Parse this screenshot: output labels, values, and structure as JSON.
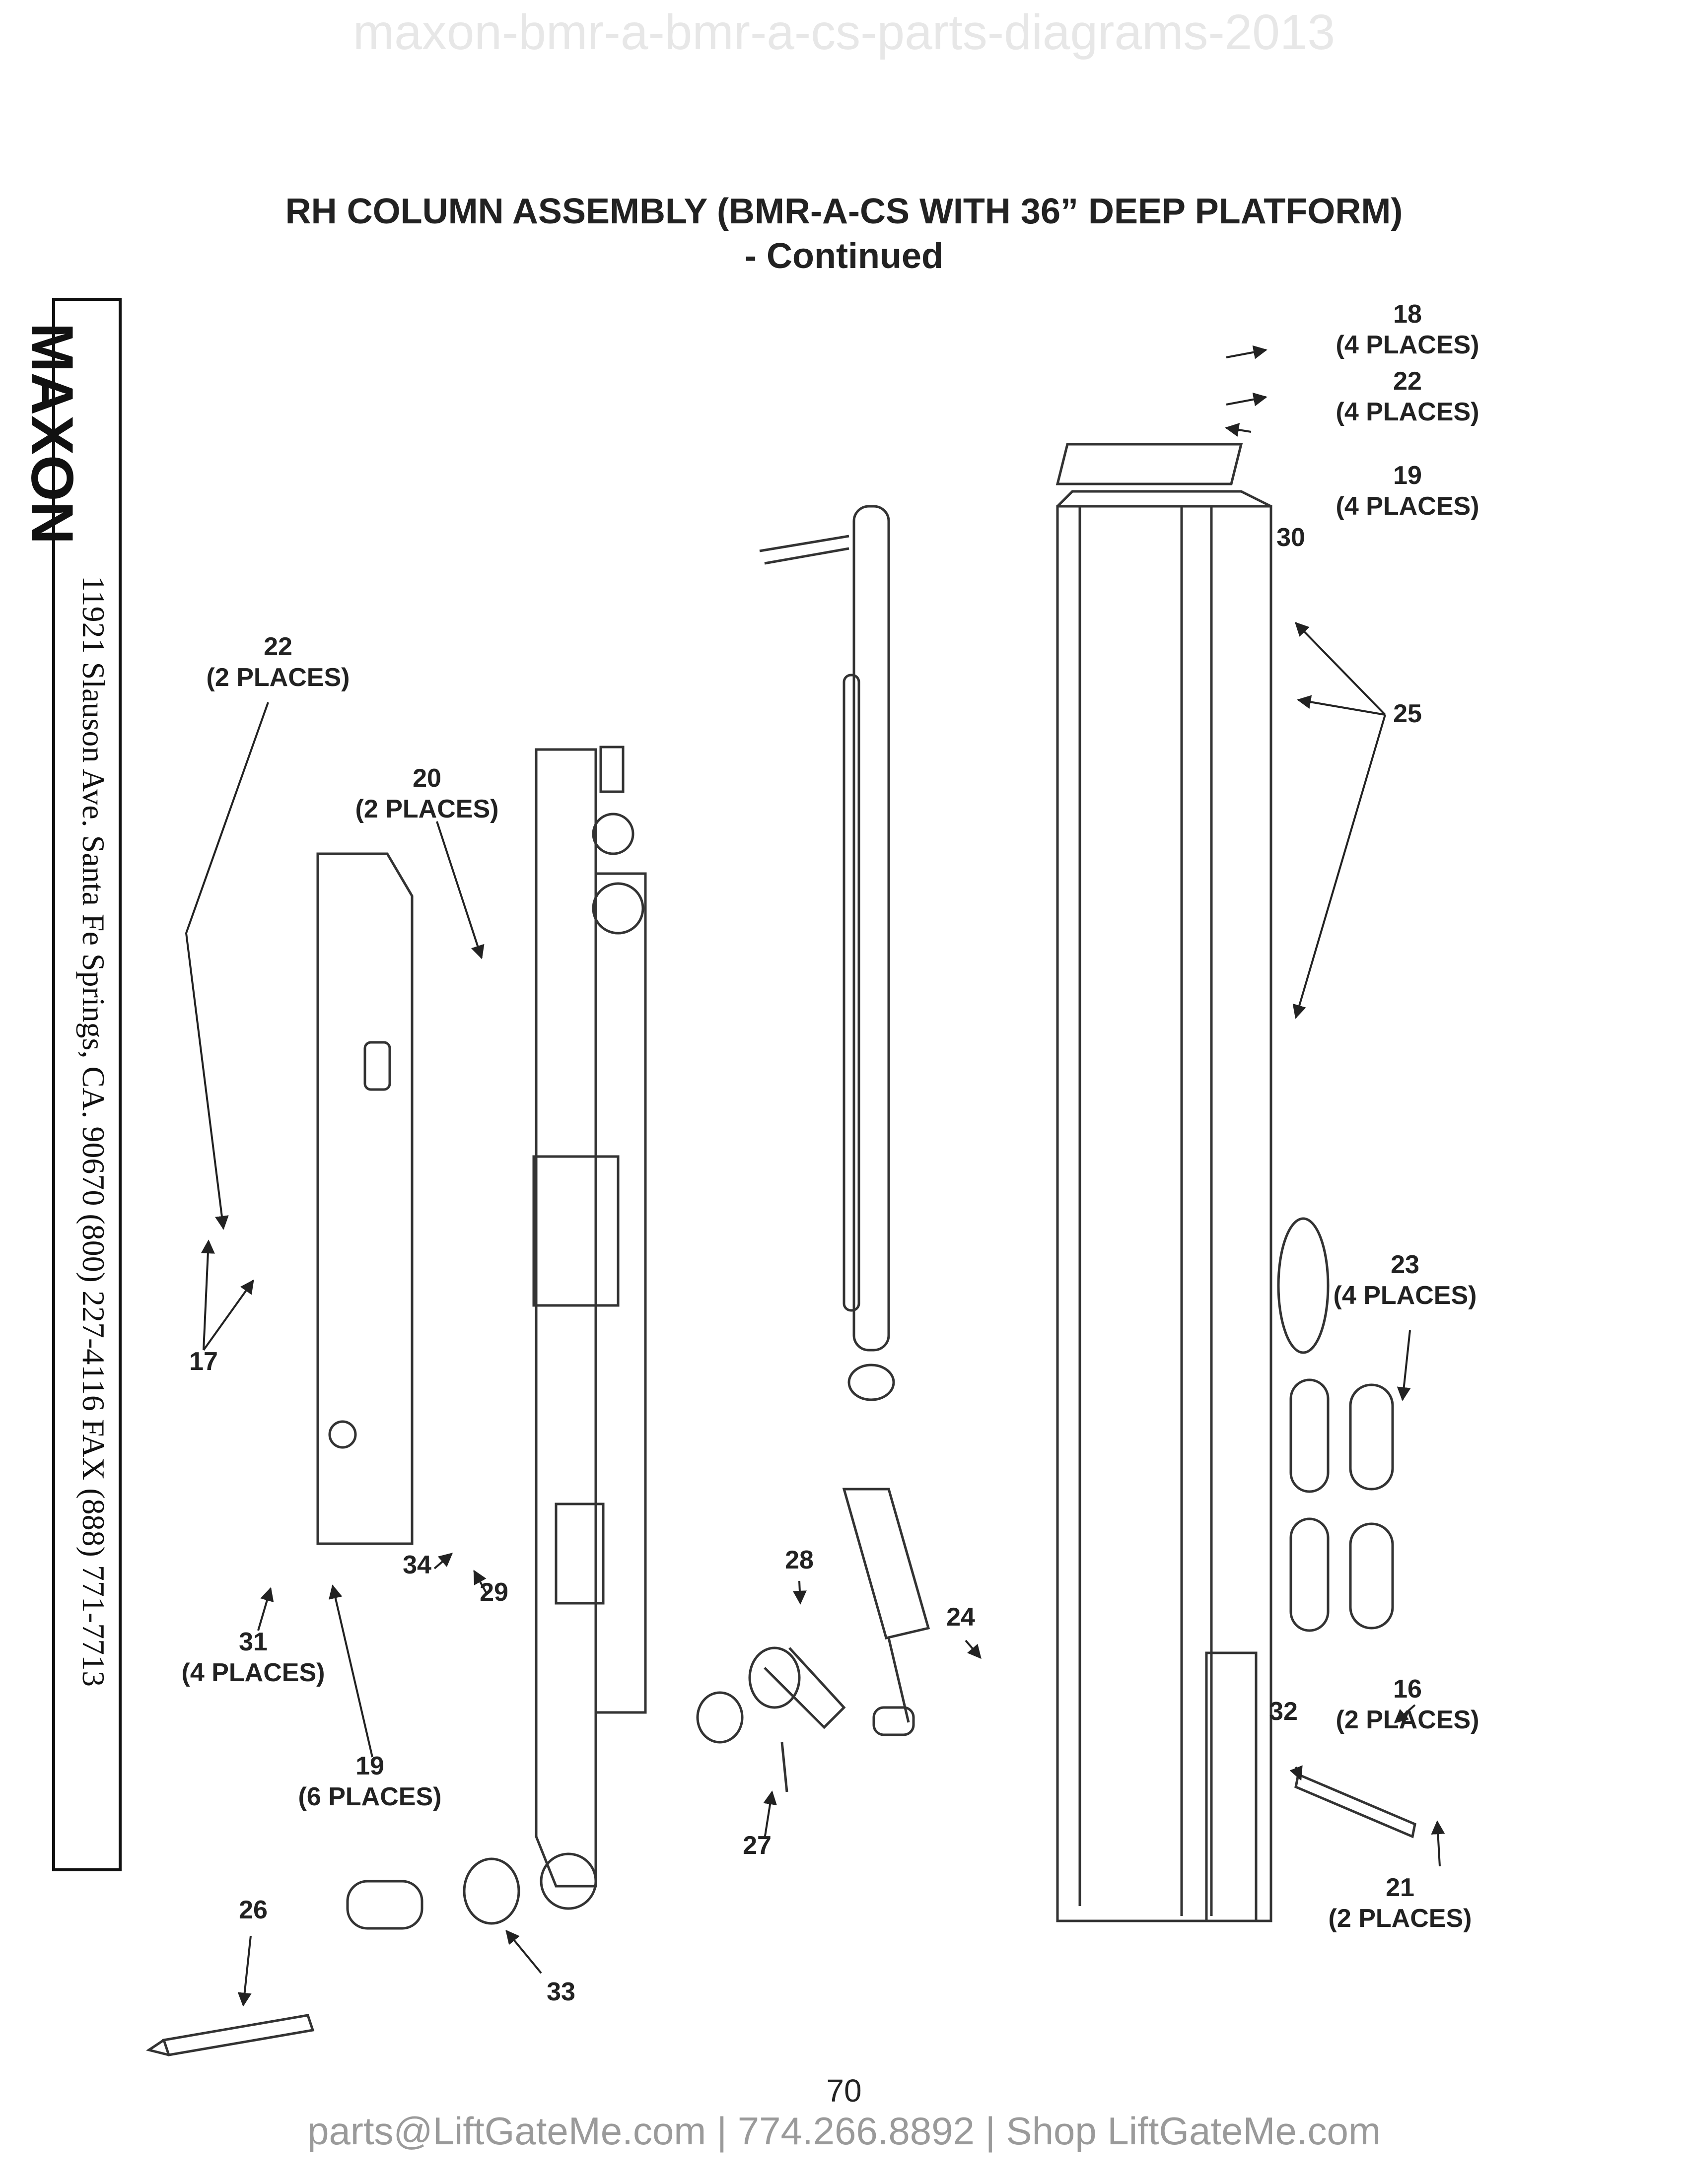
{
  "title": {
    "line1": "RH COLUMN ASSEMBLY (BMR-A-CS WITH 36” DEEP PLATFORM)",
    "line2": "- Continued"
  },
  "sidebar": {
    "brand": "MAXON",
    "address": "11921 Slauson Ave.   Santa Fe Springs, CA.   90670   (800) 227-4116   FAX (888) 771-7713"
  },
  "watermark": "maxon-bmr-a-bmr-a-cs-parts-diagrams-2013",
  "page_number": "70",
  "footer": "parts@LiftGateMe.com | 774.266.8892 | Shop LiftGateMe.com",
  "callouts": [
    {
      "num": "18",
      "qty": "(4 PLACES)"
    },
    {
      "num": "22",
      "qty": "(4 PLACES)"
    },
    {
      "num": "19",
      "qty": "(4 PLACES)"
    },
    {
      "num": "30",
      "qty": ""
    },
    {
      "num": "25",
      "qty": ""
    },
    {
      "num": "22",
      "qty": "(2 PLACES)"
    },
    {
      "num": "20",
      "qty": "(2 PLACES)"
    },
    {
      "num": "17",
      "qty": ""
    },
    {
      "num": "23",
      "qty": "(4 PLACES)"
    },
    {
      "num": "34",
      "qty": ""
    },
    {
      "num": "29",
      "qty": ""
    },
    {
      "num": "28",
      "qty": ""
    },
    {
      "num": "24",
      "qty": ""
    },
    {
      "num": "31",
      "qty": "(4 PLACES)"
    },
    {
      "num": "19",
      "qty": "(6 PLACES)"
    },
    {
      "num": "16",
      "qty": "(2 PLACES)"
    },
    {
      "num": "32",
      "qty": ""
    },
    {
      "num": "27",
      "qty": ""
    },
    {
      "num": "26",
      "qty": ""
    },
    {
      "num": "33",
      "qty": ""
    },
    {
      "num": "21",
      "qty": "(2 PLACES)"
    }
  ]
}
